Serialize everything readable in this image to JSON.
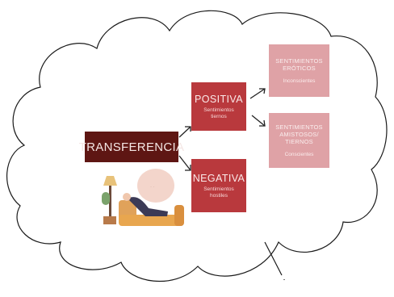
{
  "diagram": {
    "root": "TRANSFERENCIA",
    "positive": {
      "title": "POSITIVA",
      "subtitle_lines": [
        "Sentimientos",
        "tiernos"
      ]
    },
    "negative": {
      "title": "NEGATIVA",
      "subtitle_lines": [
        "Sentimientos",
        "hostiles"
      ]
    },
    "erotic": {
      "title_lines": [
        "SENTIMIENTOS",
        "ERÓTICOS"
      ],
      "subtitle": "Inconscientes"
    },
    "friendly": {
      "title_lines": [
        "SENTIMIENTOS",
        "AMISTOSOS/",
        "TIERNOS"
      ],
      "subtitle": "Conscientes"
    }
  },
  "colors": {
    "root": "#5e1613",
    "positive_negative": "#b9393d",
    "sentiment_boxes": "#dfa2a6"
  }
}
